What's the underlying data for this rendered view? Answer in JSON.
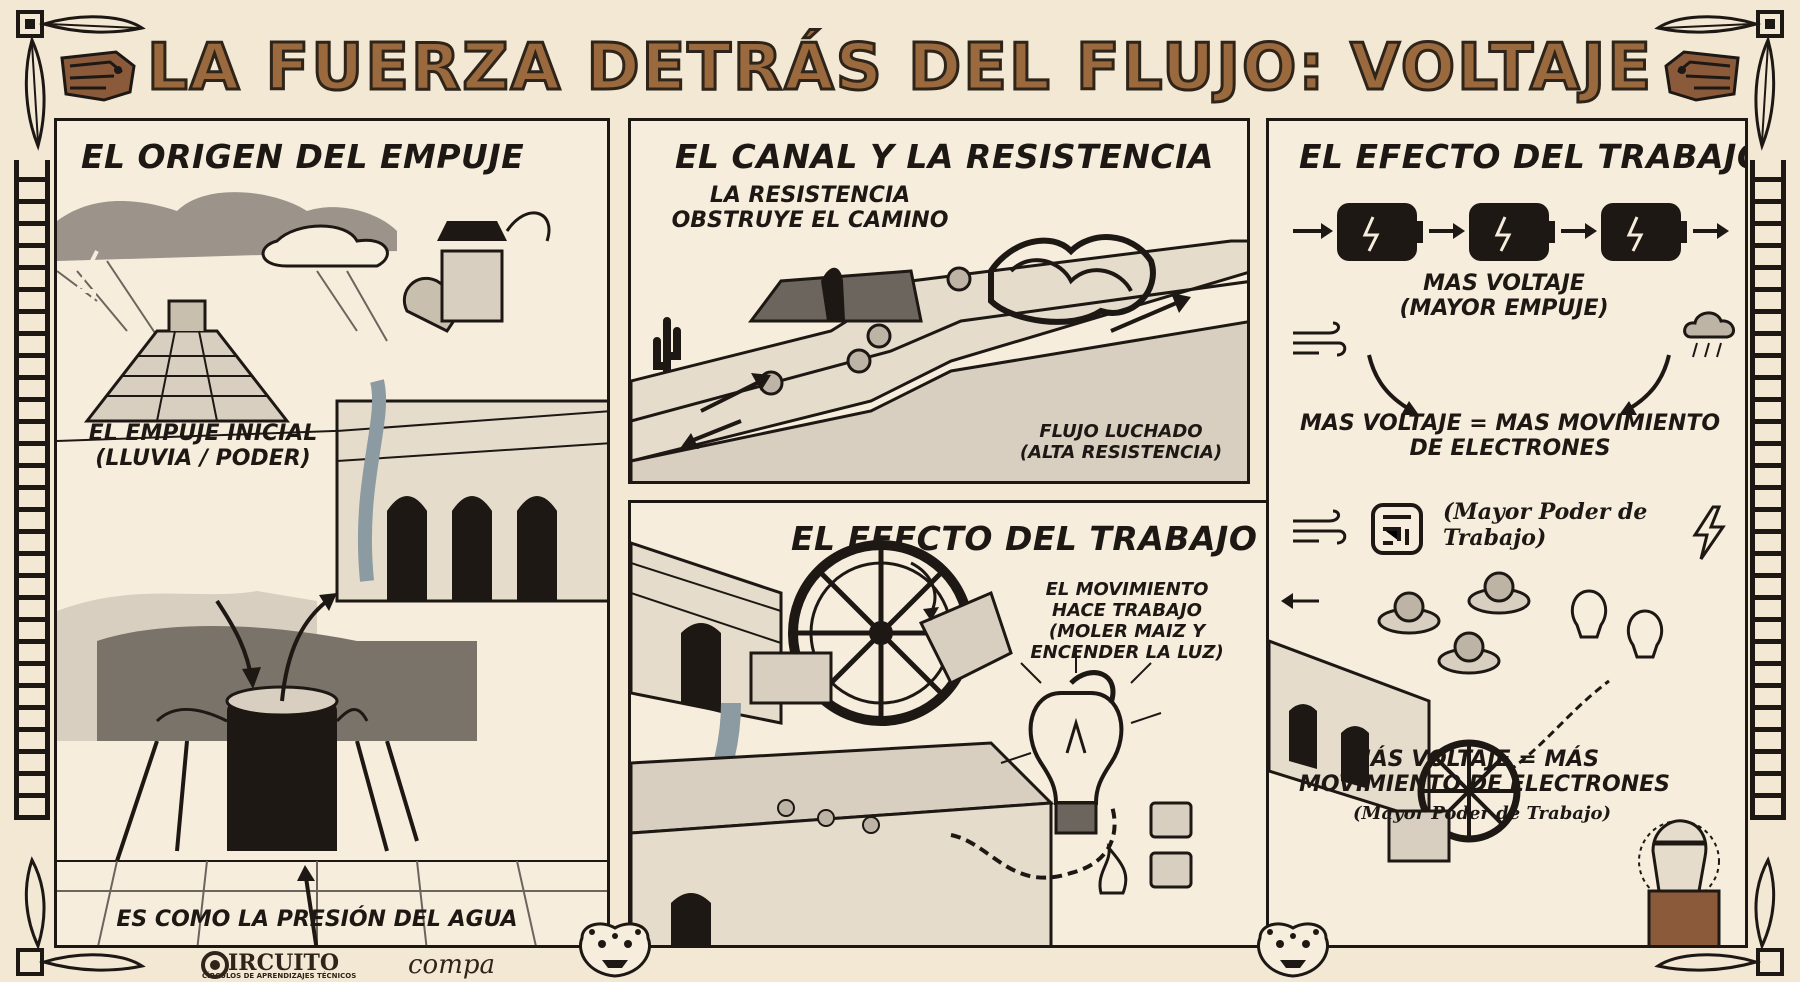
{
  "title": "LA FUERZA DETRÁS DEL FLUJO: VOLTAJE",
  "panel1": {
    "heading": "EL ORIGEN DEL EMPUJE",
    "label_top": [
      "EL EMPUJE INICIAL",
      "(LLUVIA / PODER)"
    ],
    "label_bottom": "ES COMO LA PRESIÓN DEL AGUA"
  },
  "panel2": {
    "heading": "EL CANAL Y LA RESISTENCIA",
    "label_top": [
      "LA RESISTENCIA",
      "OBSTRUYE EL CAMINO"
    ],
    "label_bottom": [
      "FLUJO LUCHADO",
      "(ALTA RESISTENCIA)"
    ]
  },
  "panel3": {
    "heading": "EL EFECTO DEL TRABAJO",
    "label": [
      "EL MOVIMIENTO",
      "HACE TRABAJO",
      "(MOLER MAIZ Y",
      "ENCENDER LA LUZ)"
    ]
  },
  "panel4": {
    "heading": "EL EFECTO DEL TRABAJO",
    "label_voltage": [
      "MAS VOLTAJE",
      "(MAYOR EMPUJE)"
    ],
    "equation": [
      "MAS VOLTAJE = MAS MOVIMIENTO",
      "DE ELECTRONES"
    ],
    "power": [
      "(Mayor Poder de",
      "Trabajo)"
    ],
    "bottom_equation": [
      "MÁS VOLTAJE = MÁS",
      "MOVIMIENTO DE ELECTRONES"
    ],
    "bottom_power": "(Mayor Poder de Trabajo)"
  },
  "logos": {
    "circuito": "IRCUITO",
    "circuito_sub": "CÍRCULOS DE APRENDIZAJES TÉCNICOS",
    "compa": "compa"
  },
  "colors": {
    "paper": "#f3e8d4",
    "ink": "#1d1814",
    "title_fill": "#9a6a3e"
  },
  "icons": [
    "feather-icon",
    "serpent-glyph-icon",
    "greek-key-border",
    "jaguar-head-icon",
    "battery-icon",
    "wind-icon",
    "cloud-rain-icon",
    "lightning-icon",
    "light-bulb-icon",
    "fire-icon",
    "maya-glyph-icon"
  ]
}
